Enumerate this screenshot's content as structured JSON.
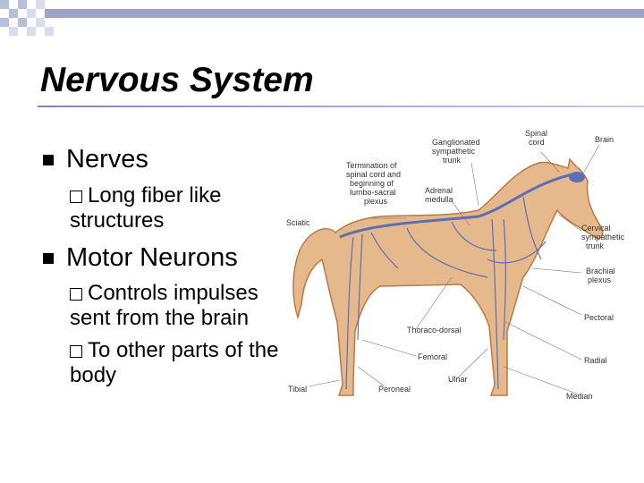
{
  "slide": {
    "title": "Nervous System",
    "bullets": [
      {
        "text": "Nerves",
        "sub": [
          "Long fiber like structures"
        ]
      },
      {
        "text": "Motor Neurons",
        "sub": [
          "Controls impulses sent from the brain",
          "To other parts of the body"
        ]
      }
    ]
  },
  "figure": {
    "labels": {
      "ganglionated": [
        "Ganglionated",
        "sympathetic",
        "trunk"
      ],
      "spinal_cord": [
        "Spinal",
        "cord"
      ],
      "brain": "Brain",
      "termination": [
        "Termination of",
        "spinal cord and",
        "beginning of",
        "lumbo-sacral",
        "plexus"
      ],
      "adrenal": [
        "Adrenal",
        "medulla"
      ],
      "sciatic": "Sciatic",
      "cervical": [
        "Cervical",
        "sympathetic",
        "trunk"
      ],
      "brachial": [
        "Brachial",
        "plexus"
      ],
      "pectoral": "Pectoral",
      "thoraco": "Thoraco-dorsal",
      "femoral": "Femoral",
      "radial": "Radial",
      "ulnar": "Ulnar",
      "tibial": "Tibial",
      "peroneal": "Peroneal",
      "median": "Median"
    }
  },
  "colors": {
    "accent": "#9CA3C9",
    "nerve": "#5B6FB3",
    "horse": "#E6B98C",
    "horse_outline": "#B97A45"
  }
}
